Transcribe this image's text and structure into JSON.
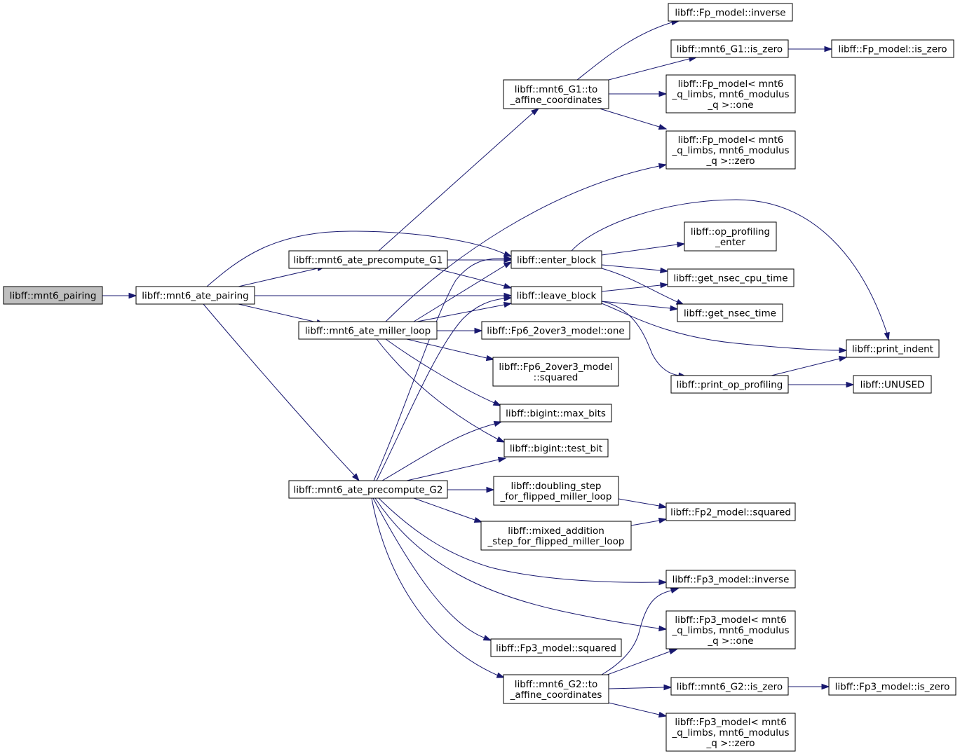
{
  "colors": {
    "edge": "#191970",
    "node_border": "#000000",
    "root_fill": "#bfbfbf",
    "node_fill": "#ffffff"
  },
  "nodes": {
    "n1": {
      "lines": [
        "libff::mnt6_pairing"
      ],
      "root": true
    },
    "n2": {
      "lines": [
        "libff::mnt6_ate_pairing"
      ]
    },
    "n3": {
      "lines": [
        "libff::mnt6_ate_precompute_G1"
      ]
    },
    "n4": {
      "lines": [
        "libff::mnt6_ate_miller_loop"
      ]
    },
    "n5": {
      "lines": [
        "libff::mnt6_ate_precompute_G2"
      ]
    },
    "n6": {
      "lines": [
        "libff::enter_block"
      ]
    },
    "n7": {
      "lines": [
        "libff::leave_block"
      ]
    },
    "n8": {
      "lines": [
        "libff::mnt6_G1::to",
        "_affine_coordinates"
      ]
    },
    "n9": {
      "lines": [
        "libff::Fp_model::inverse"
      ]
    },
    "n10": {
      "lines": [
        "libff::mnt6_G1::is_zero"
      ]
    },
    "n11": {
      "lines": [
        "libff::Fp_model::is_zero"
      ]
    },
    "n12": {
      "lines": [
        "libff::Fp_model< mnt6",
        "_q_limbs, mnt6_modulus",
        "_q >::one"
      ]
    },
    "n13": {
      "lines": [
        "libff::Fp_model< mnt6",
        "_q_limbs, mnt6_modulus",
        "_q >::zero"
      ]
    },
    "n14": {
      "lines": [
        "libff::op_profiling",
        "_enter"
      ]
    },
    "n15": {
      "lines": [
        "libff::get_nsec_cpu_time"
      ]
    },
    "n16": {
      "lines": [
        "libff::get_nsec_time"
      ]
    },
    "n17": {
      "lines": [
        "libff::print_indent"
      ]
    },
    "n18": {
      "lines": [
        "libff::print_op_profiling"
      ]
    },
    "n19": {
      "lines": [
        "libff::UNUSED"
      ]
    },
    "n20": {
      "lines": [
        "libff::Fp6_2over3_model::one"
      ]
    },
    "n21": {
      "lines": [
        "libff::Fp6_2over3_model",
        "::squared"
      ]
    },
    "n22": {
      "lines": [
        "libff::bigint::max_bits"
      ]
    },
    "n23": {
      "lines": [
        "libff::bigint::test_bit"
      ]
    },
    "n24": {
      "lines": [
        "libff::doubling_step",
        "_for_flipped_miller_loop"
      ]
    },
    "n25": {
      "lines": [
        "libff::mixed_addition",
        "_step_for_flipped_miller_loop"
      ]
    },
    "n26": {
      "lines": [
        "libff::Fp2_model::squared"
      ]
    },
    "n27": {
      "lines": [
        "libff::Fp3_model::inverse"
      ]
    },
    "n28": {
      "lines": [
        "libff::Fp3_model< mnt6",
        "_q_limbs, mnt6_modulus",
        "_q >::one"
      ]
    },
    "n29": {
      "lines": [
        "libff::Fp3_model::squared"
      ]
    },
    "n30": {
      "lines": [
        "libff::mnt6_G2::to",
        "_affine_coordinates"
      ]
    },
    "n31": {
      "lines": [
        "libff::mnt6_G2::is_zero"
      ]
    },
    "n32": {
      "lines": [
        "libff::Fp3_model::is_zero"
      ]
    },
    "n33": {
      "lines": [
        "libff::Fp3_model< mnt6",
        "_q_limbs, mnt6_modulus",
        "_q >::zero"
      ]
    }
  }
}
